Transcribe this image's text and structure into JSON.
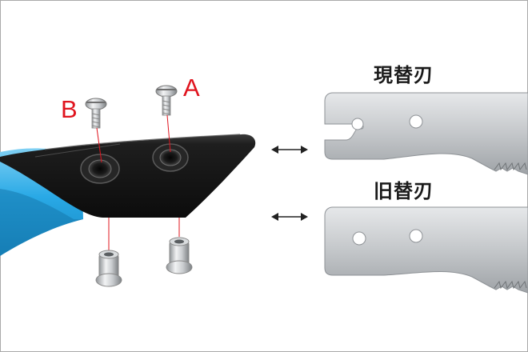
{
  "labels": {
    "screw_a": "A",
    "screw_b": "B",
    "new_blade": "現替刃",
    "old_blade": "旧替刃"
  },
  "colors": {
    "marker_red": "#e0141e",
    "handle_blue": "#29a9e6",
    "handle_black": "#1b1b1b",
    "blade_silver": "#c9ccce",
    "frame_border": "#aaaaaa"
  },
  "icons": {
    "compare_arrow": "double-headed-arrow-icon"
  }
}
